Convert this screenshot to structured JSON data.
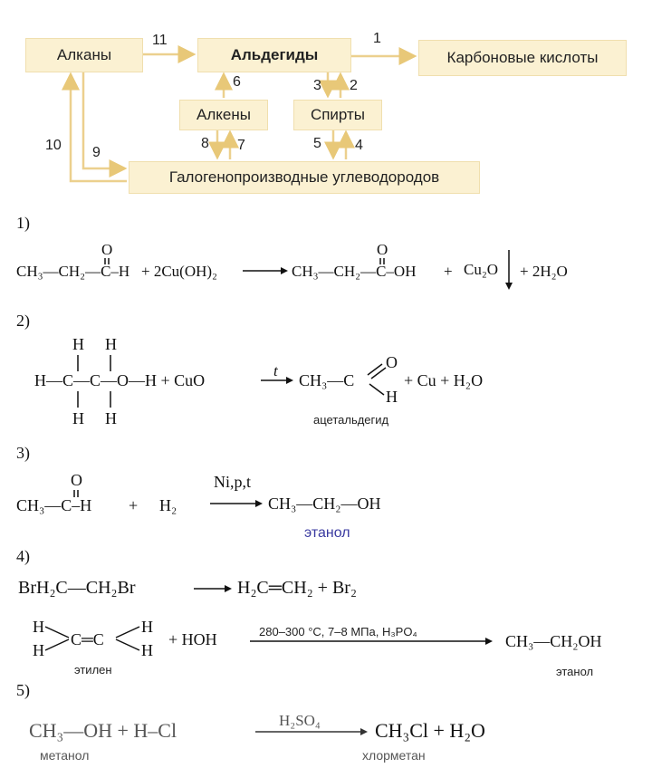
{
  "scheme": {
    "alkany": "Алканы",
    "aldegidy": "Альдегиды",
    "karbonovye": "Карбоновые кислоты",
    "alkeny": "Алкены",
    "spirty": "Спирты",
    "galogen": "Галогенопроизводные углеводородов",
    "n1": "1",
    "n2": "2",
    "n3": "3",
    "n4": "4",
    "n5": "5",
    "n6": "6",
    "n7": "7",
    "n8": "8",
    "n9": "9",
    "n10": "10",
    "n11": "11"
  },
  "r1": {
    "label": "1)",
    "reactant": "CH₃—CH₂—C–H",
    "o": "O",
    "plus1": "+ 2Cu(OH)₂",
    "product": "CH₃—CH₂—C–OH",
    "o2": "O",
    "plus2": "+",
    "cu2o": "Cu₂O",
    "plus3": "+ 2H₂O"
  },
  "r2": {
    "label": "2)",
    "h_top1": "H",
    "h_top2": "H",
    "chain": "H—C—C—O—H + CuO",
    "h_bot1": "H",
    "h_bot2": "H",
    "cond": "t",
    "ch3": "CH₃—C",
    "o": "O",
    "h": "H",
    "rest": "+ Cu + H₂O",
    "name": "ацетальдегид"
  },
  "r3": {
    "label": "3)",
    "reactant": "CH₃—C–H",
    "o": "O",
    "plus": "+",
    "h2": "H₂",
    "cond": "Ni,p,t",
    "product": "CH₃—CH₂—OH",
    "name": "этанол"
  },
  "r4": {
    "label": "4)",
    "line1": "BrH₂C—CH₂Br",
    "line1_product": "H₂C═CH₂ + Br₂",
    "h1": "H",
    "h2": "H",
    "h3": "H",
    "h4": "H",
    "c_eq": "C═C",
    "plus": "+ HOH",
    "cond": "280–300 °C, 7–8 МПа, H₃PO₄",
    "product": "CH₃—CH₂OH",
    "name_left": "этилен",
    "name_right": "этанол"
  },
  "r5": {
    "label": "5)",
    "reactant": "CH₃—OH + H–Cl",
    "cond": "H₂SO₄",
    "product": "CH₃Cl + H₂O",
    "name_left": "метанол",
    "name_right": "хлорметан"
  }
}
